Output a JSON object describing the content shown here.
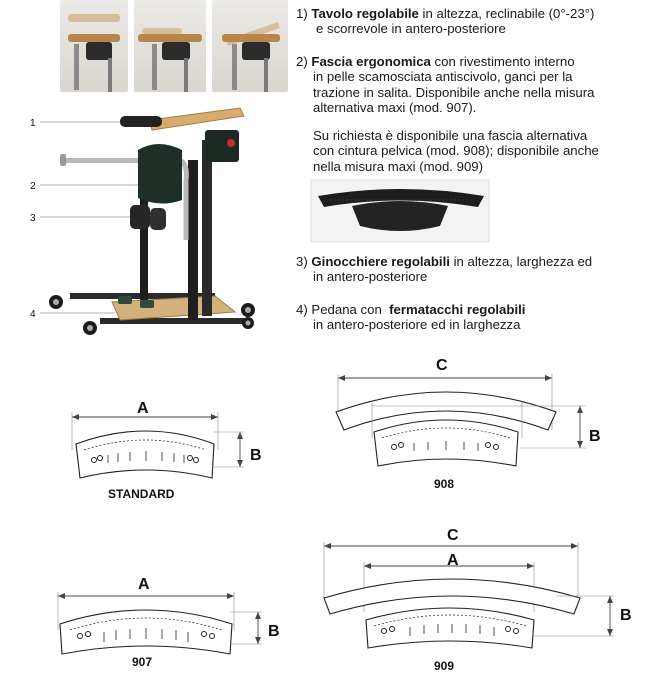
{
  "features": [
    {
      "number": "1)",
      "title": "Tavolo regolabile",
      "text_inline": " in altezza, reclinabile (0°-23°)",
      "text_line2": "e scorrevole in antero-posteriore"
    },
    {
      "number": "2)",
      "title": "Fascia ergonomica",
      "text_inline": "  con rivestimento interno",
      "text_lines": [
        "in pelle scamosciata antiscivolo, ganci per la",
        "trazione in salita. Disponibile anche nella misura",
        "alternativa maxi (mod. 907)."
      ]
    },
    {
      "note_lines": [
        "Su richiesta è disponibile una fascia alternativa",
        "con cintura pelvica (mod. 908); disponibile anche",
        "nella misura maxi (mod. 909)"
      ]
    },
    {
      "number": "3)",
      "title": "Ginocchiere regolabili",
      "text_inline": " in altezza, larghezza ed",
      "text_line2": "in antero-posteriore"
    },
    {
      "number": "4)",
      "prefix": " Pedana con  ",
      "title": "fermatacchi regolabili",
      "text_line2": "in antero-posteriore ed in larghezza"
    }
  ],
  "callouts": [
    "1",
    "2",
    "3",
    "4"
  ],
  "diagrams": {
    "standard": {
      "caption": "STANDARD",
      "dim_a": "A",
      "dim_b": "B"
    },
    "m908": {
      "caption": "908",
      "dim_a": "",
      "dim_b": "B",
      "dim_c": "C"
    },
    "m907": {
      "caption": "907",
      "dim_a": "A",
      "dim_b": "B"
    },
    "m909": {
      "caption": "909",
      "dim_a": "A",
      "dim_b": "B",
      "dim_c": "C"
    }
  }
}
